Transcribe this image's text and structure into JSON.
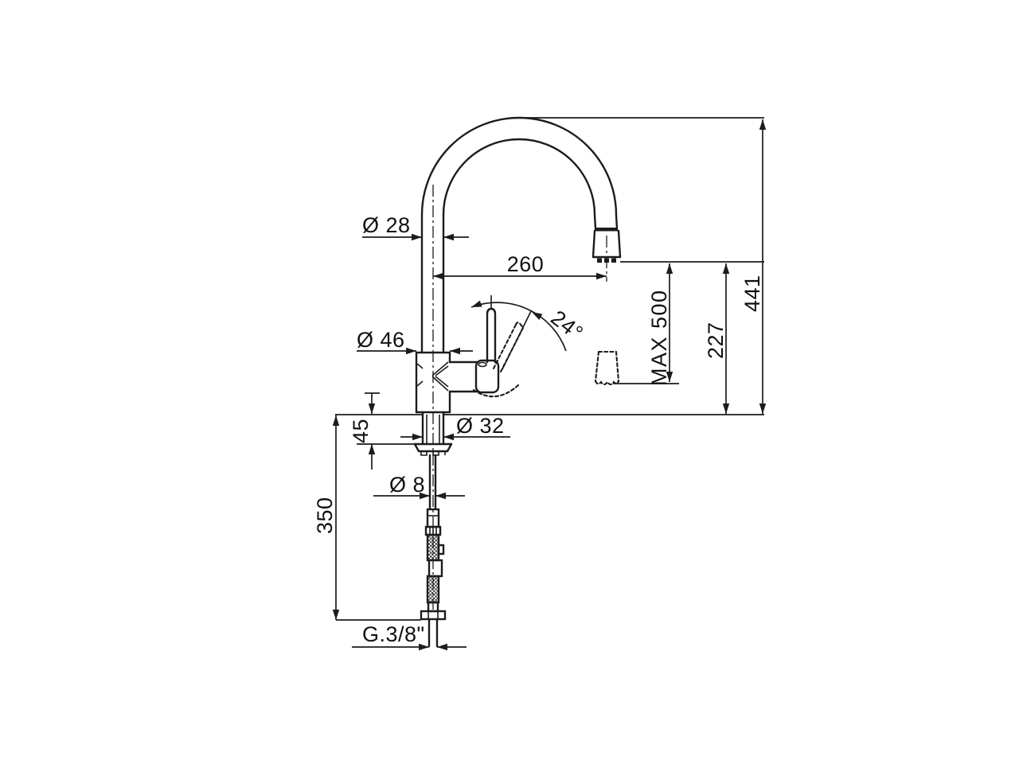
{
  "drawing": {
    "dimensions": {
      "spout_tube_diameter": "Ø 28",
      "spout_reach": "260",
      "overall_height": "441",
      "max_hose_extension": "MAX 500",
      "outlet_height": "227",
      "handle_swing_angle": "24°",
      "body_diameter": "Ø 46",
      "max_deck_thickness": "45",
      "shank_diameter": "Ø 32",
      "hose_diameter": "Ø 8",
      "under_deck_hose_length": "350",
      "supply_connection_thread": "G.3/8\""
    },
    "colors": {
      "line": "#1c1c1c",
      "background": "#ffffff"
    }
  }
}
